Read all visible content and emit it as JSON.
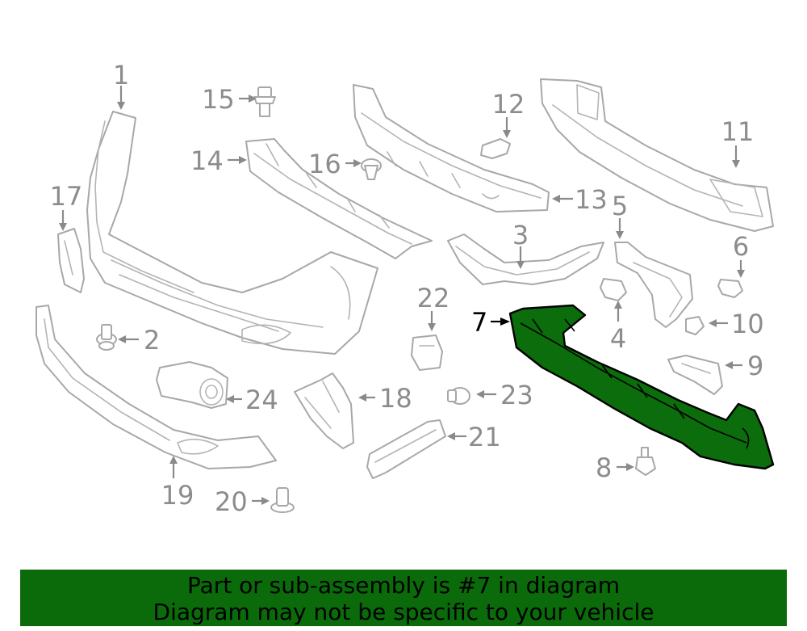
{
  "diagram": {
    "highlight_part": "7",
    "highlight_color": "#0b6d0b",
    "callouts": [
      "1",
      "2",
      "3",
      "4",
      "5",
      "6",
      "7",
      "8",
      "9",
      "10",
      "11",
      "12",
      "13",
      "14",
      "15",
      "16",
      "17",
      "18",
      "19",
      "20",
      "21",
      "22",
      "23",
      "24"
    ]
  },
  "banner": {
    "line1": "Part or sub-assembly is #7 in diagram",
    "line2": "Diagram may not be specific to your vehicle",
    "background": "#0b6b0b"
  }
}
